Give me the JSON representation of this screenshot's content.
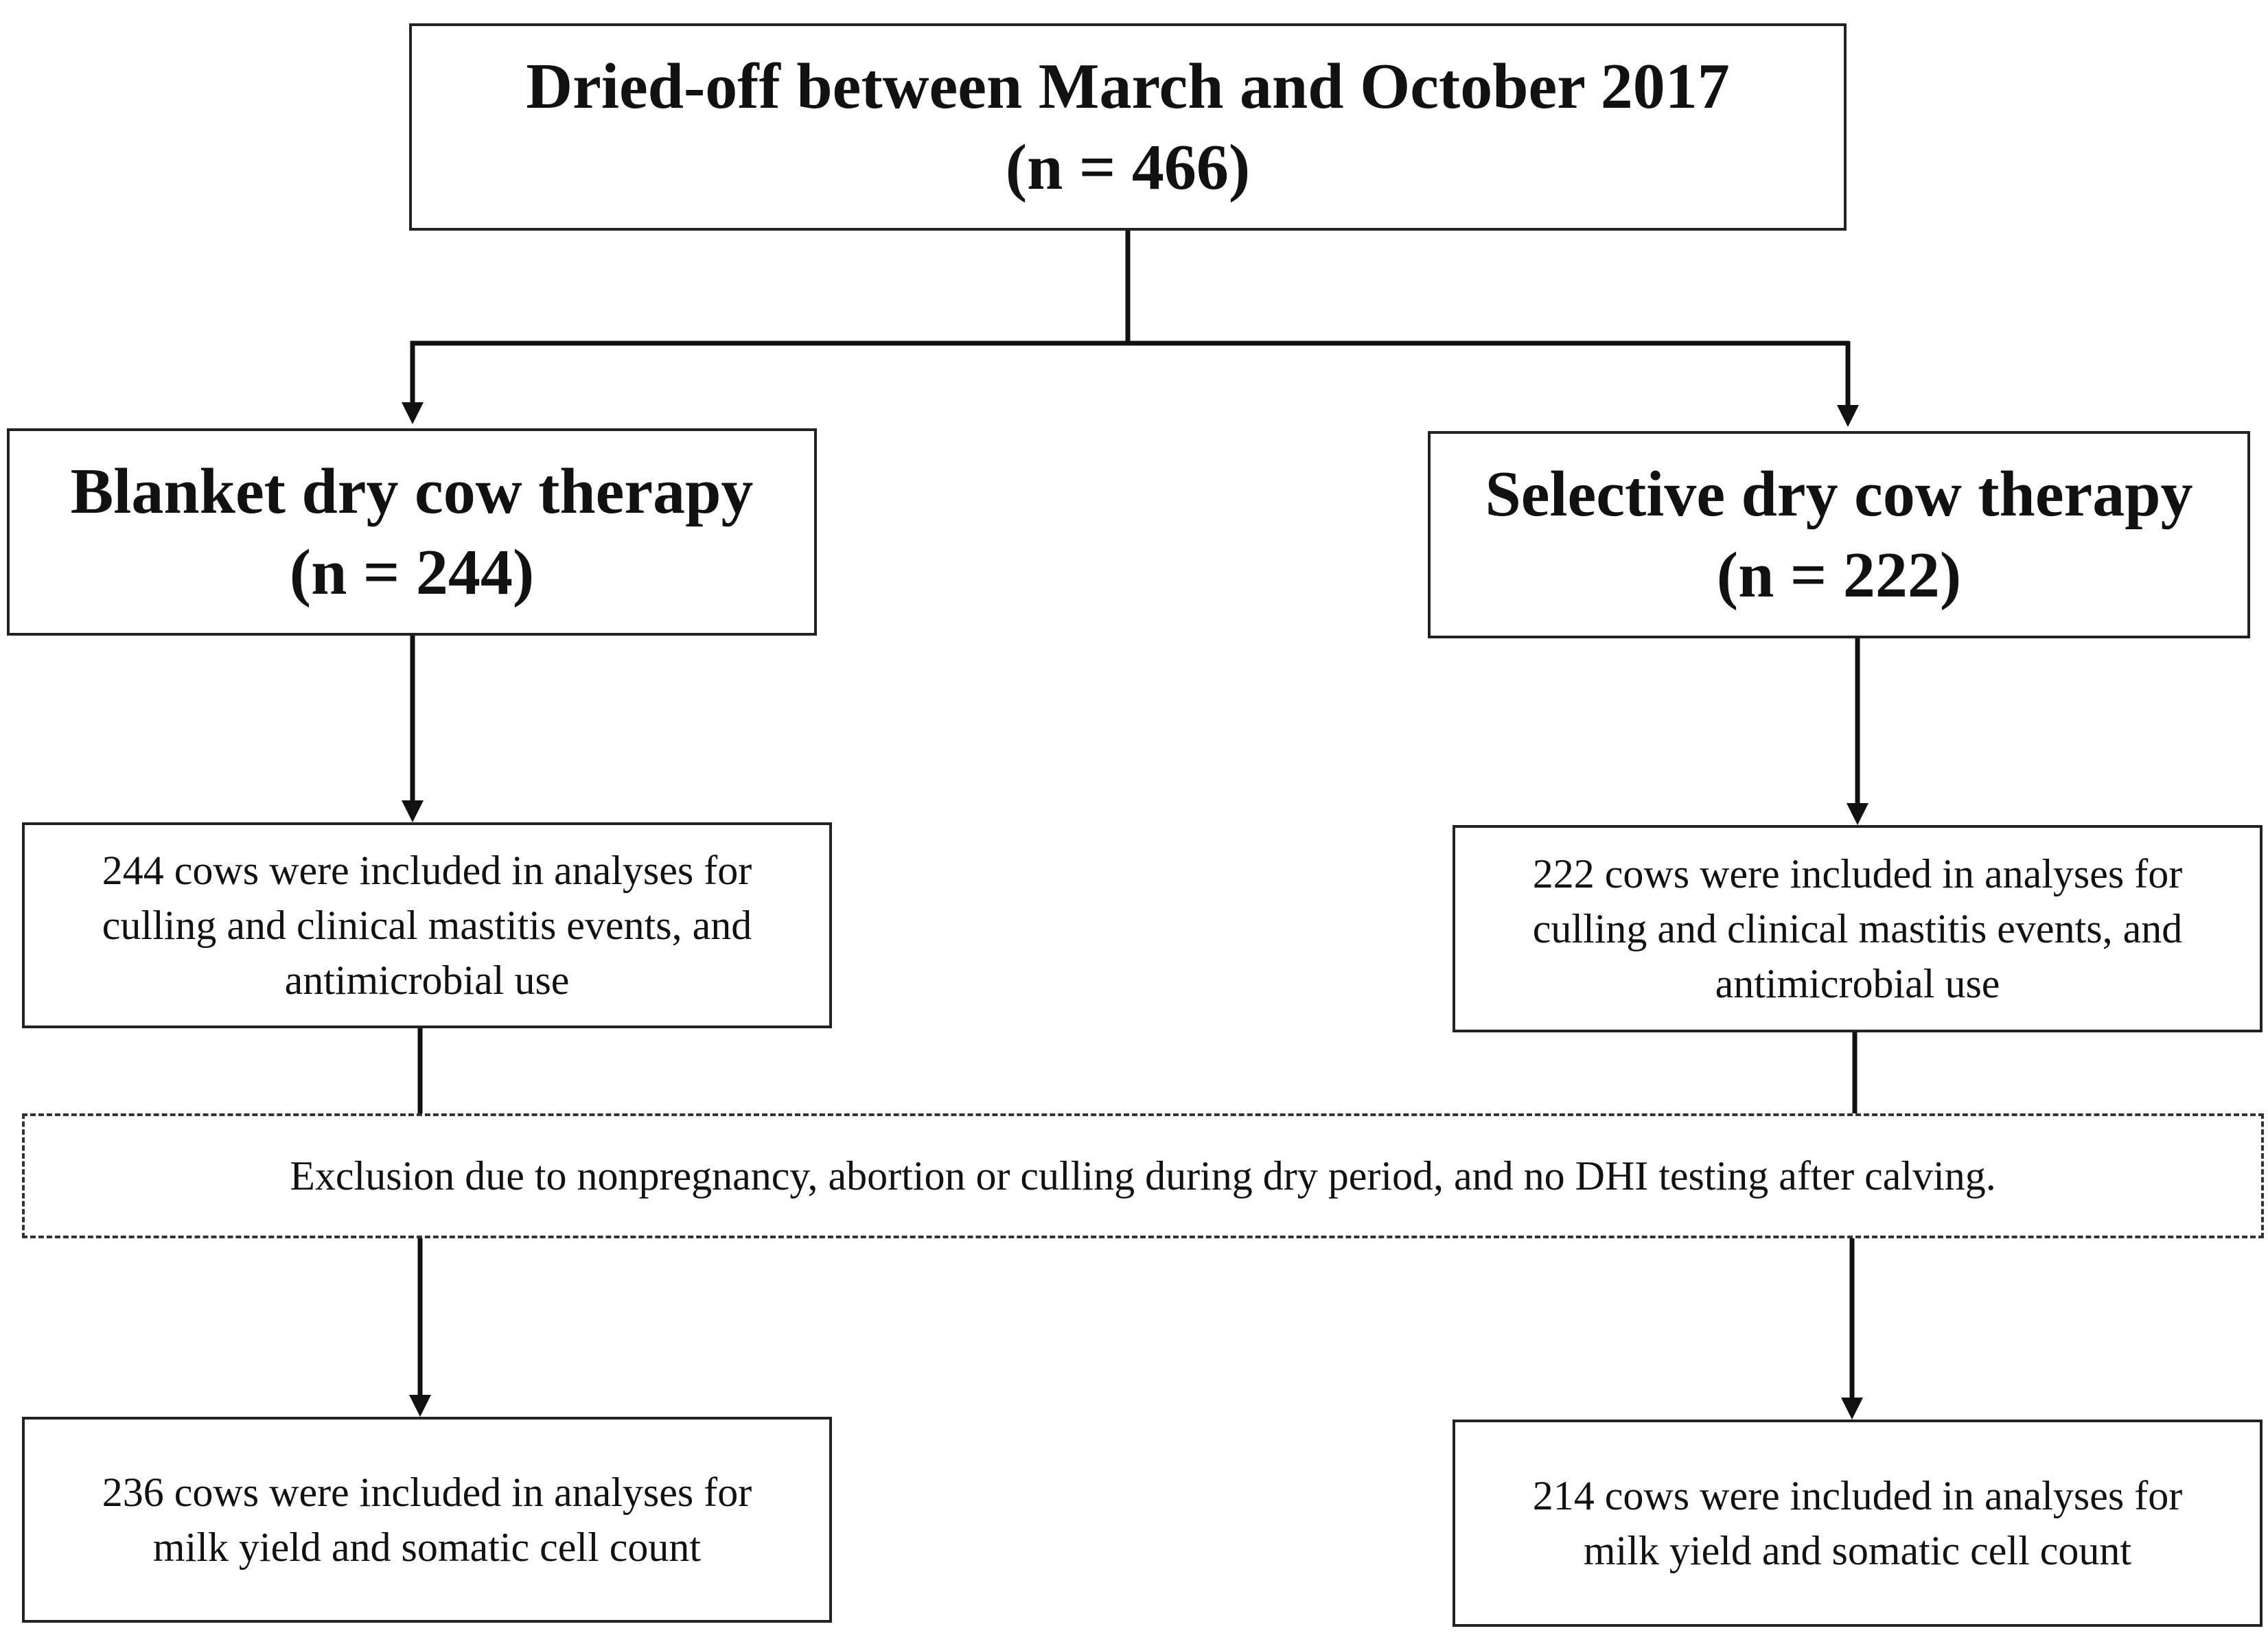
{
  "top": {
    "title": "Dried-off between March and October 2017",
    "count": "(n = 466)"
  },
  "blanket": {
    "title": "Blanket dry cow therapy",
    "count": "(n = 244)"
  },
  "selective": {
    "title": "Selective dry cow therapy",
    "count": "(n = 222)"
  },
  "blanket_included": {
    "lines": [
      "244 cows were included in analyses for",
      "culling and clinical mastitis events, and",
      "antimicrobial use"
    ]
  },
  "selective_included": {
    "lines": [
      "222 cows were included in analyses for",
      "culling and clinical mastitis events, and",
      "antimicrobial use"
    ]
  },
  "exclusion": {
    "text": "Exclusion due to nonpregnancy, abortion or culling during dry period, and no DHI testing after calving."
  },
  "blanket_final": {
    "lines": [
      "236 cows were included in analyses for",
      "milk yield and somatic cell count"
    ]
  },
  "selective_final": {
    "lines": [
      "214 cows were included in analyses for",
      "milk yield and somatic cell count"
    ]
  }
}
